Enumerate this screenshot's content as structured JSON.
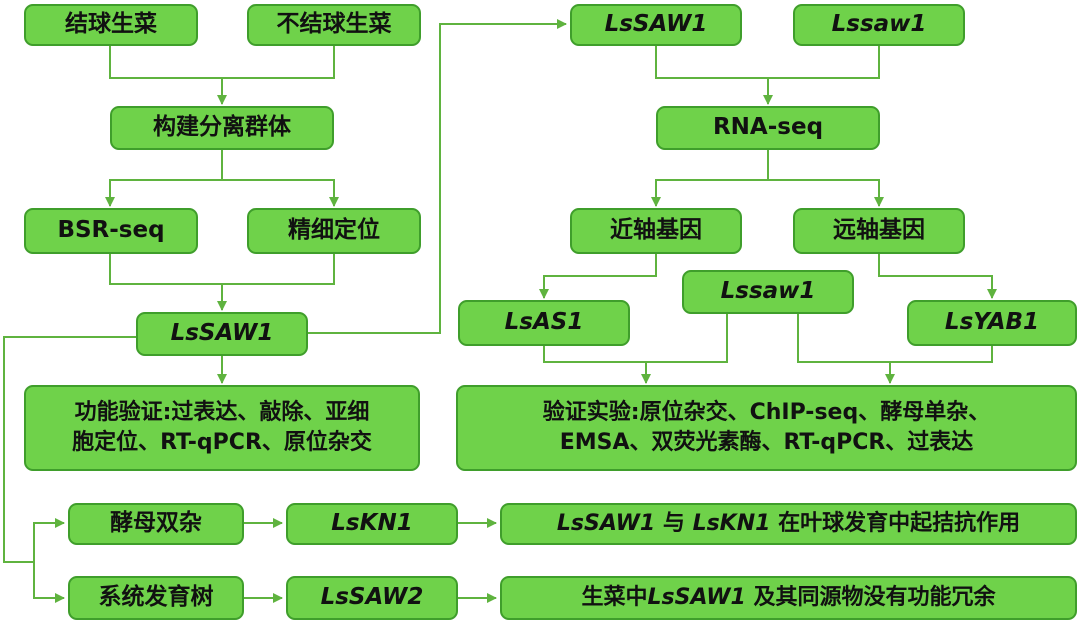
{
  "colors": {
    "fill": "#6fd24a",
    "border": "#3f9e2b",
    "line": "#5fb33f"
  },
  "nodes": {
    "heading": "结球生菜",
    "nonheading": "不结球生菜",
    "population": "构建分离群体",
    "bsr": "BSR-seq",
    "finemap": "精细定位",
    "lssaw1_center": "LsSAW1",
    "func_line1": "功能验证:过表达、敲除、亚细",
    "func_line2": "胞定位、RT-qPCR、原位杂交",
    "lssaw1_top": "LsSAW1",
    "lssaw1_mut_top": "Lssaw1",
    "rnaseq": "RNA-seq",
    "proximal": "近轴基因",
    "distal": "远轴基因",
    "lsas1": "LsAS1",
    "lssaw1_mut_mid": "Lssaw1",
    "lsyab1": "LsYAB1",
    "verify_line1": "验证实验:原位杂交、ChIP-seq、酵母单杂、",
    "verify_line2": "EMSA、双荧光素酶、RT-qPCR、过表达",
    "y2h": "酵母双杂",
    "lskn1": "LsKN1",
    "antag_gene1": "LsSAW1",
    "antag_mid": " 与 ",
    "antag_gene2": "LsKN1",
    "antag_tail": " 在叶球发育中起拮抗作用",
    "phylo": "系统发育树",
    "lssaw2": "LsSAW2",
    "redund_head": "生菜中",
    "redund_gene": "LsSAW1",
    "redund_tail": " 及其同源物没有功能冗余"
  }
}
